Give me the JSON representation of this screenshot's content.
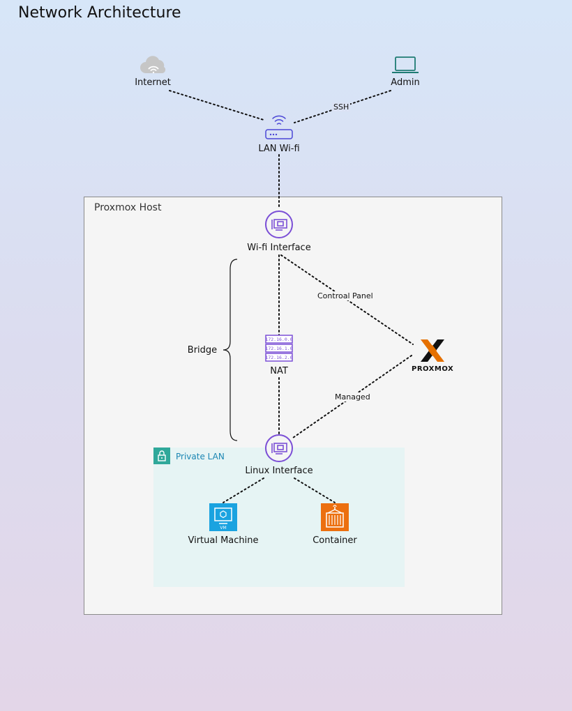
{
  "title": "Network Architecture",
  "host_label": "Proxmox Host",
  "private_lan_label": "Private LAN",
  "nodes": {
    "internet": "Internet",
    "admin": "Admin",
    "lan_wifi": "LAN Wi-fi",
    "wifi_interface": "Wi-fi Interface",
    "nat": "NAT",
    "linux_interface": "Linux Interface",
    "virtual_machine": "Virtual Machine",
    "container": "Container",
    "proxmox_logo": "PROXMOX"
  },
  "edges": {
    "ssh": "SSH",
    "control_panel": "Controal Panel",
    "managed": "Managed",
    "bridge": "Bridge"
  },
  "nat_ips": [
    "172.16.0.0",
    "172.16.1.0",
    "172.16.2.0"
  ],
  "vm_badge": "VM",
  "colors": {
    "interface": "#7b4fd6",
    "vm": "#1aa3e0",
    "container": "#ec6f0f",
    "lan_lock": "#2fa89a",
    "proxmox_orange": "#e57000"
  }
}
